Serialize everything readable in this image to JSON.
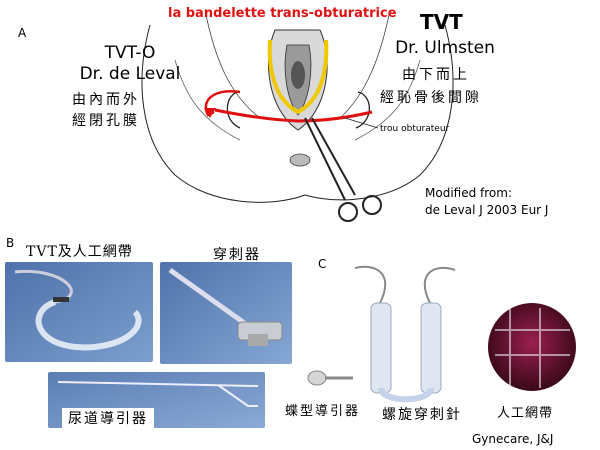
{
  "panels": {
    "a": "A",
    "b": "B",
    "c": "C"
  },
  "panel_a": {
    "banner": "la bandelette trans-obturatrice",
    "tvto": {
      "title": "TVT-O",
      "surgeon": "Dr. de Leval",
      "line1": "由內而外",
      "line2": "經閉孔膜"
    },
    "tvt": {
      "title": "TVT",
      "surgeon": "Dr. Ulmsten",
      "line1": "由下而上",
      "line2": "經恥骨後間隙"
    },
    "label_trou": "trou obturateur",
    "source": {
      "line1": "Modified from:",
      "line2": "de Leval J 2003 Eur J"
    }
  },
  "panel_b": {
    "label_tvt_mesh": "TVT及人工網帶",
    "label_trocar": "穿刺器",
    "label_urethral_guide": "尿道導引器"
  },
  "panel_c": {
    "label_butterfly": "蝶型導引器",
    "label_helical": "螺旋穿刺針",
    "label_mesh": "人工網帶",
    "credit": "Gynecare, J&J"
  },
  "colors": {
    "red": "#e01010",
    "yellow": "#f0c800",
    "photo_blue": "#5b7fb5",
    "mesh": "#6b1030"
  }
}
